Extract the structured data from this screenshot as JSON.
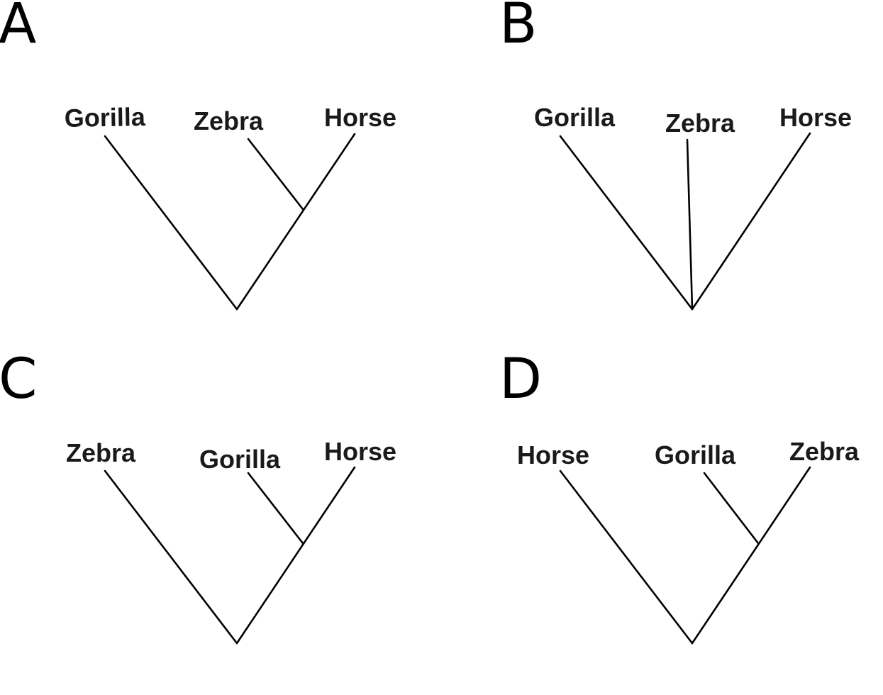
{
  "panels": [
    {
      "letter": "A",
      "taxa": [
        "Gorilla",
        "Zebra",
        "Horse"
      ],
      "grouping": "(Gorilla,(Zebra,Horse))"
    },
    {
      "letter": "B",
      "taxa": [
        "Gorilla",
        "Zebra",
        "Horse"
      ],
      "grouping": "(Gorilla,Zebra,Horse)"
    },
    {
      "letter": "C",
      "taxa": [
        "Zebra",
        "Gorilla",
        "Horse"
      ],
      "grouping": "(Zebra,(Gorilla,Horse))"
    },
    {
      "letter": "D",
      "taxa": [
        "Horse",
        "Gorilla",
        "Zebra"
      ],
      "grouping": "(Horse,(Gorilla,Zebra))"
    }
  ]
}
